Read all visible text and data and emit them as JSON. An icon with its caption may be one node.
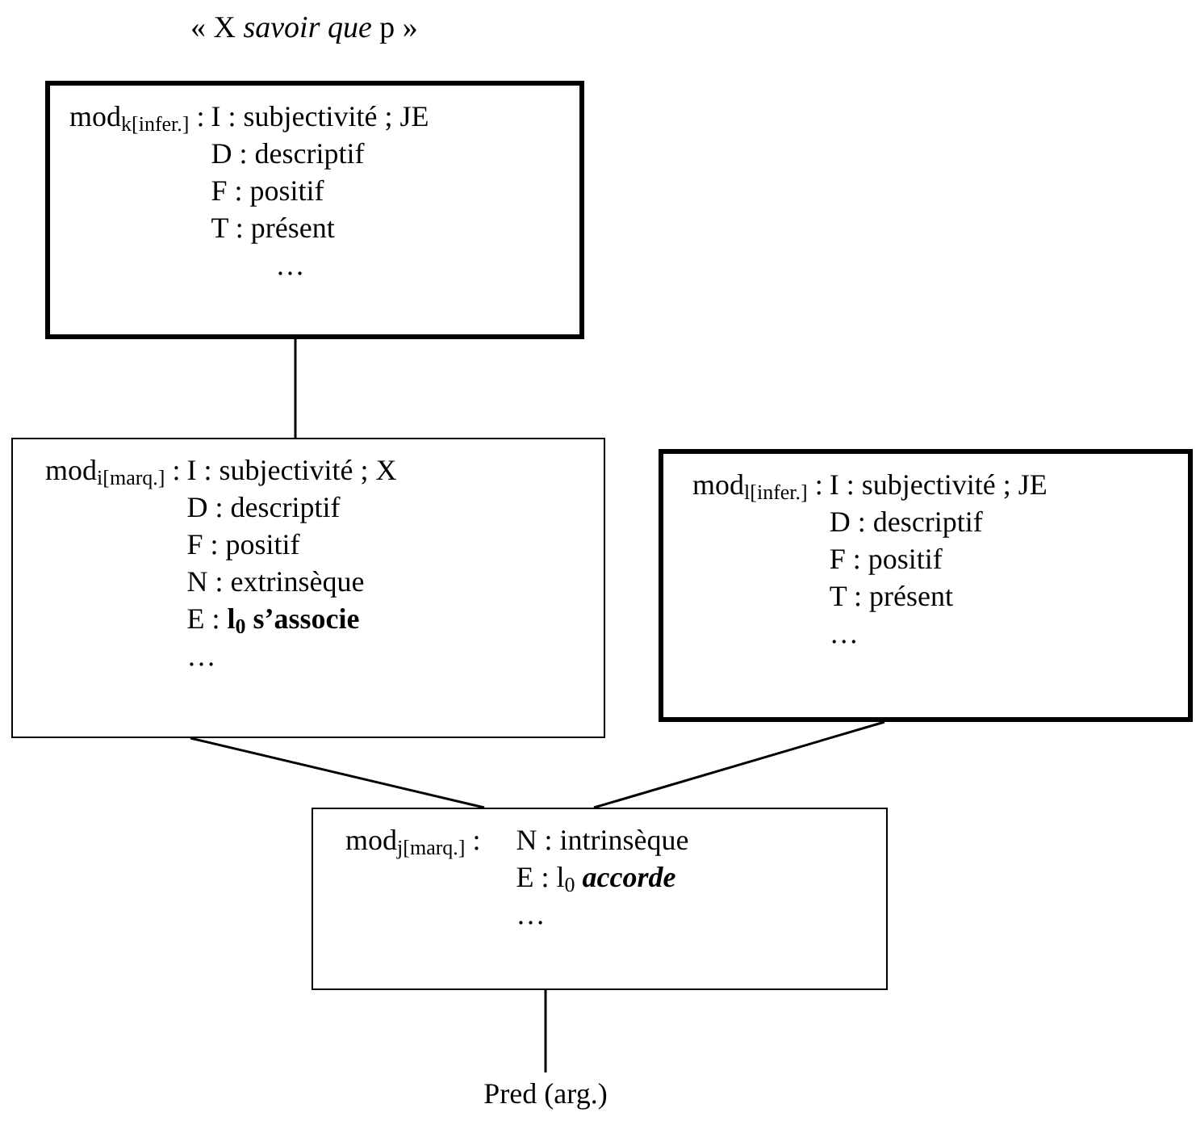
{
  "diagram": {
    "title": "« X *savoir que* p »",
    "nodes": [
      {
        "text": [
          "mod$_{k[infer.]}$ :",
          "I : subjectivité ; JE",
          "D : descriptif",
          "F : positif",
          "T : présent",
          "…"
        ]
      },
      {
        "text": [
          "mod$_{i[marq.]}$ :",
          "I : subjectivité ; X",
          "D : descriptif",
          "F : positif",
          "N : extrinsèque",
          "E : **l$_{0}$ s’associe**",
          "…"
        ]
      },
      {
        "text": [
          "mod$_{l[infer.]}$ :",
          "I : subjectivité ; JE",
          "D : descriptif",
          "F : positif",
          "T : présent",
          "…"
        ]
      },
      {
        "text": [
          "mod$_{j[marq.]}$ :",
          "N : intrinsèque",
          "E : l$_{0}$ *accorde*",
          "…"
        ]
      },
      {
        "text": [
          "Pred (arg.)"
        ]
      }
    ],
    "edges": [
      {
        "from": 0,
        "to": 1,
        "arrow": "none"
      },
      {
        "from": 1,
        "to": 3,
        "arrow": "none"
      },
      {
        "from": 2,
        "to": 3,
        "arrow": "none"
      },
      {
        "from": 3,
        "to": 4,
        "arrow": "none"
      }
    ]
  }
}
